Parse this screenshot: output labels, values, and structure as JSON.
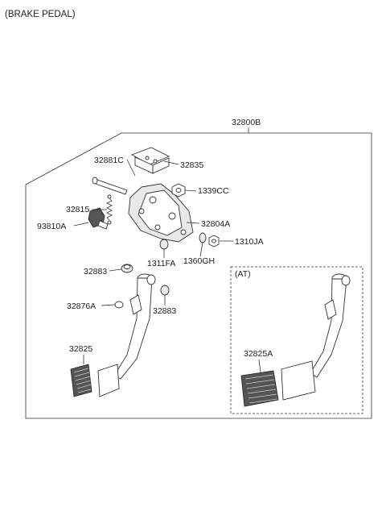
{
  "header": {
    "title": "(BRAKE PEDAL)"
  },
  "assembly": {
    "label": "32800B"
  },
  "inset": {
    "label": "(AT)"
  },
  "callouts": {
    "c32881C": "32881C",
    "c32835": "32835",
    "c1339CC": "1339CC",
    "c32815": "32815",
    "c32804A": "32804A",
    "c93810A": "93810A",
    "c1310JA": "1310JA",
    "c1360GH": "1360GH",
    "c1311FA": "1311FA",
    "c32883_top": "32883",
    "c32876A": "32876A",
    "c32883_bottom": "32883",
    "c32825": "32825",
    "c32825A": "32825A"
  },
  "colors": {
    "line": "#333333",
    "background": "#ffffff",
    "pad": "#555555"
  }
}
